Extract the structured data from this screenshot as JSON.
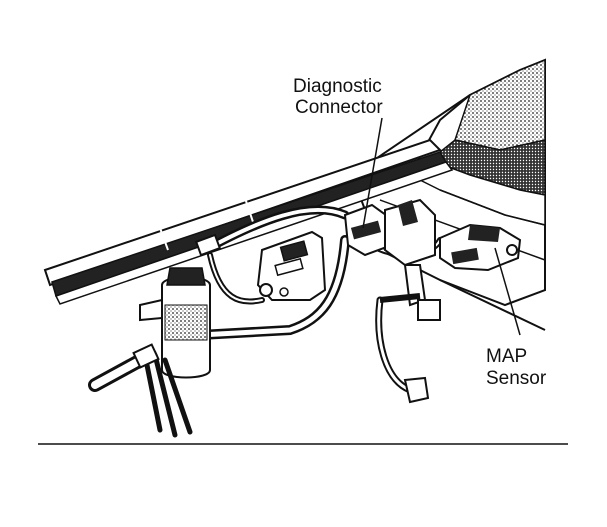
{
  "labels": {
    "diagnostic_line1": "Diagnostic",
    "diagnostic_line2": "Connector",
    "map_line1": "MAP",
    "map_line2": "Sensor"
  },
  "colors": {
    "ink": "#111111",
    "paper": "#ffffff",
    "shade": "#6a6a6a"
  }
}
